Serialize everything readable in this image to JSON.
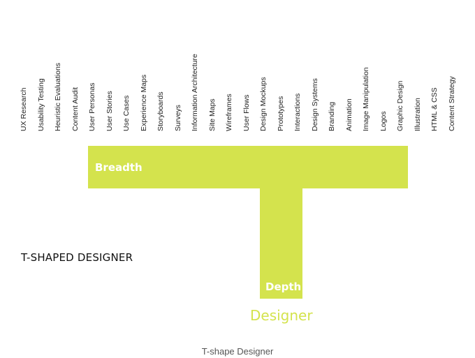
{
  "skills": [
    "UX Research",
    "Usability Testing",
    "Heuristic Evaluations",
    "Content Audit",
    "User Personas",
    "User Stories",
    "Use Cases",
    "Experience Maps",
    "Storyboards",
    "Surveys",
    "Information Architecture",
    "Site Maps",
    "Wireframes",
    "User Flows",
    "Design Mockups",
    "Prototypes",
    "Interactions",
    "Design Systems",
    "Branding",
    "Animation",
    "Image Manipulation",
    "Logos",
    "Graphic Design",
    "Illustration",
    "HTML & CSS",
    "Content Strategy"
  ],
  "breadth_label": "Breadth",
  "depth_label": "Depth",
  "designer_label": "Designer",
  "title": "T-SHAPED DESIGNER",
  "caption": "T-shape Designer",
  "colors": {
    "accent": "#d4e34d",
    "text": "#111111",
    "caption": "#555555"
  }
}
